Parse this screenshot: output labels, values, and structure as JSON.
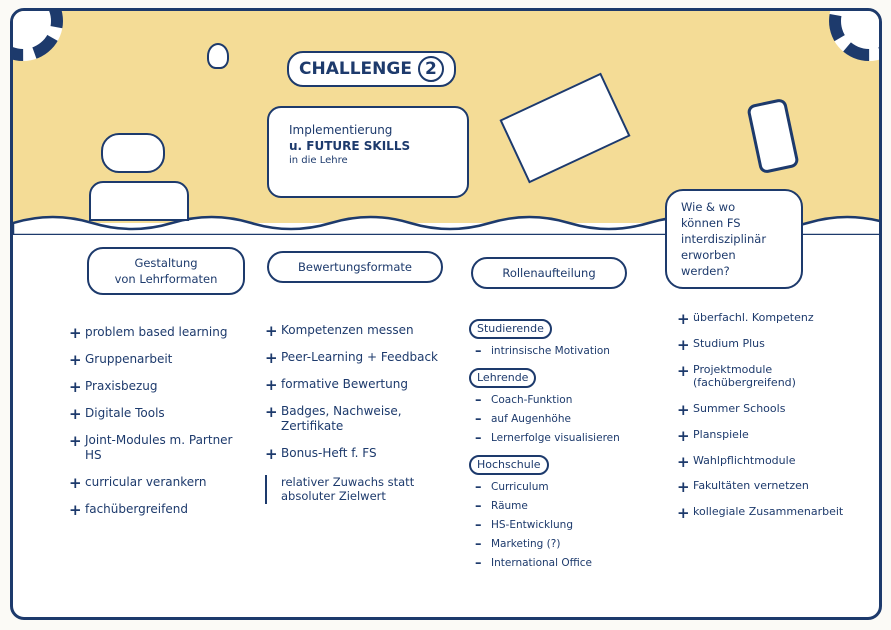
{
  "title": "CHALLENGE",
  "challenge_number": "2",
  "subtitle_lines": [
    "Implementierung",
    "u. FUTURE SKILLS",
    "in die Lehre"
  ],
  "columns": [
    {
      "header": [
        "Gestaltung",
        "von Lehrformaten"
      ],
      "items": [
        "problem based learning",
        "Gruppenarbeit",
        "Praxisbezug",
        "Digitale Tools",
        "Joint-Modules m. Partner HS",
        "curricular verankern",
        "fachübergreifend"
      ]
    },
    {
      "header": [
        "Bewertungsformate"
      ],
      "items": [
        "Kompetenzen messen",
        "Peer-Learning + Feedback",
        "formative Bewertung",
        "Badges, Nachweise, Zertifikate",
        "Bonus-Heft f. FS"
      ],
      "note": "relativer Zuwachs statt absoluter Zielwert"
    },
    {
      "header": [
        "Rollenaufteilung"
      ],
      "groups": [
        {
          "label": "Studierende",
          "items": [
            "intrinsische Motivation"
          ]
        },
        {
          "label": "Lehrende",
          "items": [
            "Coach-Funktion",
            "auf Augenhöhe",
            "Lernerfolge visualisieren"
          ]
        },
        {
          "label": "Hochschule",
          "items": [
            "Curriculum",
            "Räume",
            "HS-Entwicklung",
            "Marketing (?)",
            "International Office"
          ]
        }
      ]
    },
    {
      "header": [
        "Wie & wo",
        "können FS",
        "interdisziplinär",
        "erworben",
        "werden?"
      ],
      "items": [
        "überfachl. Kompetenz",
        "Studium Plus",
        "Projektmodule (fachübergreifend)",
        "Summer Schools",
        "Planspiele",
        "Wahlpflichtmodule",
        "Fakultäten vernetzen",
        "kollegiale Zusammenarbeit"
      ]
    }
  ],
  "colors": {
    "ink": "#1d3a6c",
    "band": "#f4dc96"
  }
}
